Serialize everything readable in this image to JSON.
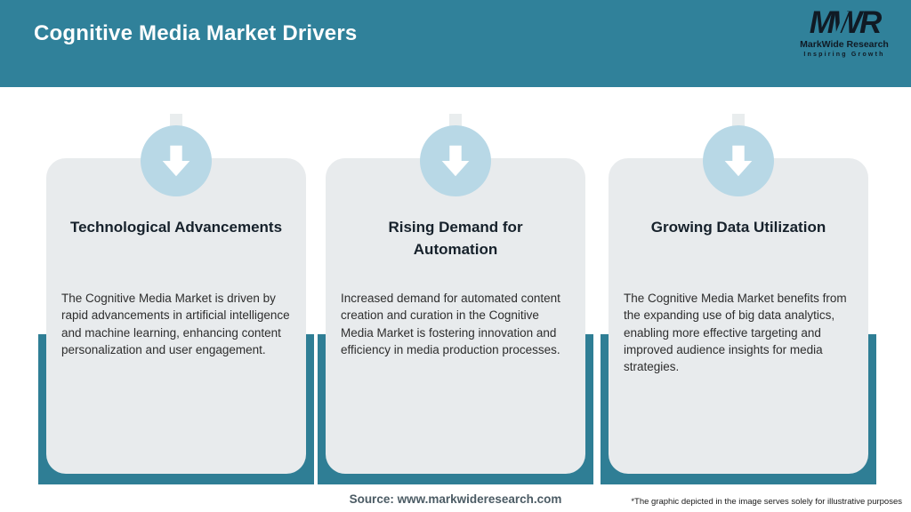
{
  "header": {
    "title": "Cognitive Media Market Drivers",
    "logo": {
      "acronym": "MWR",
      "name": "MarkWide Research",
      "tagline": "Inspiring Growth"
    }
  },
  "cards": [
    {
      "icon": "down-arrow-icon",
      "title_lines": [
        "Technological Advancements"
      ],
      "body": "The Cognitive Media Market is driven by rapid advancements in artificial intelligence and machine learning, enhancing content personalization and user engagement."
    },
    {
      "icon": "down-arrow-icon",
      "title_lines": [
        "Rising Demand for",
        "Automation"
      ],
      "body": "Increased demand for automated content creation and curation in the Cognitive Media Market is fostering innovation and efficiency in media production processes."
    },
    {
      "icon": "down-arrow-icon",
      "title_lines": [
        "Growing Data Utilization"
      ],
      "body": "The Cognitive Media Market benefits from the expanding use of big data analytics, enabling more effective targeting and improved audience insights for media strategies."
    }
  ],
  "footer": {
    "source": "Source: www.markwideresearch.com",
    "disclaimer": "*The graphic depicted in the image serves solely for illustrative purposes"
  },
  "colors": {
    "header_teal": "#30819a",
    "backing_teal": "#2f7e95",
    "card_bg": "#e8ebed",
    "circle_blue": "#b8d8e6",
    "title_text": "#ffffff",
    "heading_text": "#16212b",
    "body_text": "#2d2d2d",
    "source_text": "#4b5b64",
    "logo_text": "#101a24"
  }
}
